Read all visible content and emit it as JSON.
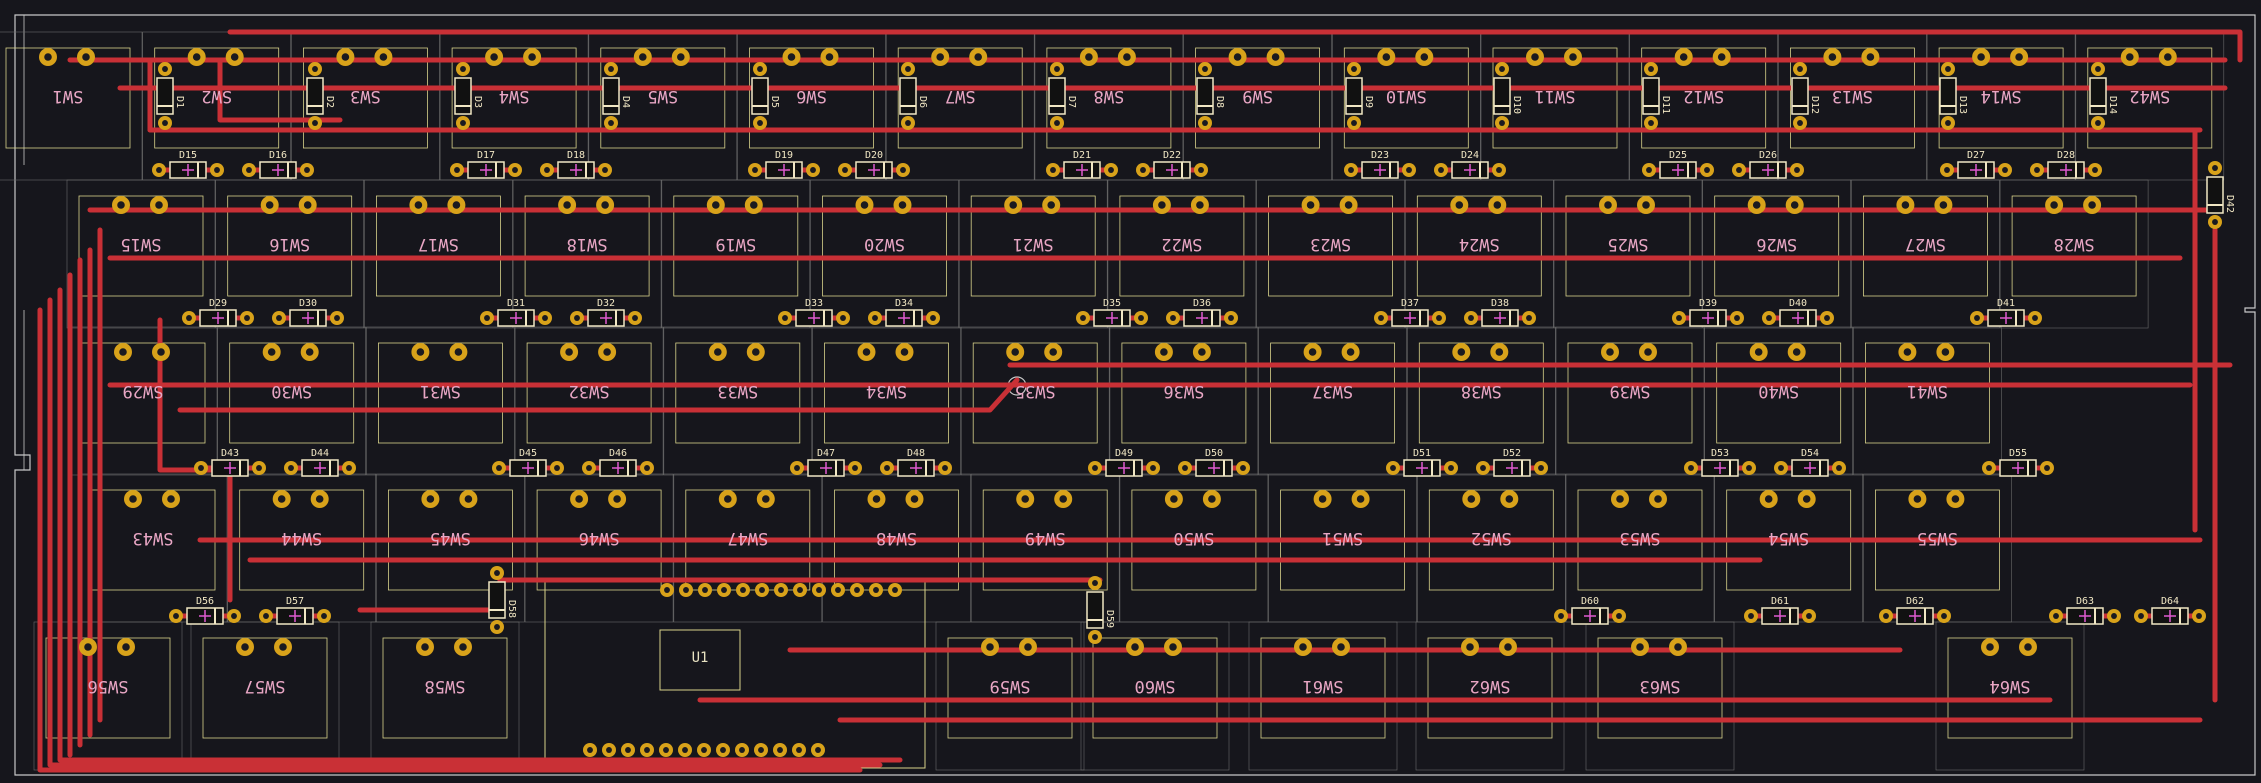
{
  "colors": {
    "background": "#16161c",
    "edge": "#c8c8c8",
    "copper": "#c93036",
    "pad": "#d8a21a",
    "drill": "#1a1a20",
    "silkscreen": "#f1e7c4",
    "courtyard": "#d8d28a",
    "fab_pink": "#e05ad0"
  },
  "switch_rows": [
    [
      "SW1",
      "SW2",
      "SW3",
      "SW4",
      "SW5",
      "SW6",
      "SW7",
      "SW8",
      "SW9",
      "SW10",
      "SW11",
      "SW12",
      "SW13",
      "SW14",
      "SW42"
    ],
    [
      "SW15",
      "SW16",
      "SW17",
      "SW18",
      "SW19",
      "SW20",
      "SW21",
      "SW22",
      "SW23",
      "SW24",
      "SW25",
      "SW26",
      "SW27",
      "SW28"
    ],
    [
      "SW29",
      "SW30",
      "SW31",
      "SW32",
      "SW33",
      "SW34",
      "SW35",
      "SW36",
      "SW37",
      "SW38",
      "SW39",
      "SW40",
      "SW41"
    ],
    [
      "SW43",
      "SW44",
      "SW45",
      "SW46",
      "SW47",
      "SW48",
      "SW49",
      "SW50",
      "SW51",
      "SW52",
      "SW53",
      "SW54",
      "SW55"
    ],
    [
      "SW56",
      "SW57",
      "SW58",
      "SW59",
      "SW60",
      "SW61",
      "SW62",
      "SW63",
      "SW64"
    ]
  ],
  "diode_rows": [
    [
      "D15",
      "D16",
      "D17",
      "D18",
      "D19",
      "D20",
      "D21",
      "D22",
      "D23",
      "D24",
      "D25",
      "D26",
      "D27",
      "D28"
    ],
    [
      "D29",
      "D30",
      "D31",
      "D32",
      "D33",
      "D34",
      "D35",
      "D36",
      "D37",
      "D38",
      "D39",
      "D40",
      "D41"
    ],
    [
      "D43",
      "D44",
      "D45",
      "D46",
      "D47",
      "D48",
      "D49",
      "D50",
      "D51",
      "D52",
      "D53",
      "D54",
      "D55"
    ],
    [
      "D56",
      "D57",
      "D60",
      "D61",
      "D62",
      "D63",
      "D64"
    ]
  ],
  "vertical_diodes": [
    "D1",
    "D2",
    "D3",
    "D4",
    "D5",
    "D6",
    "D7",
    "D8",
    "D9",
    "D10",
    "D11",
    "D12",
    "D13",
    "D14",
    "D42",
    "D58",
    "D59"
  ],
  "microcontroller": "U1"
}
